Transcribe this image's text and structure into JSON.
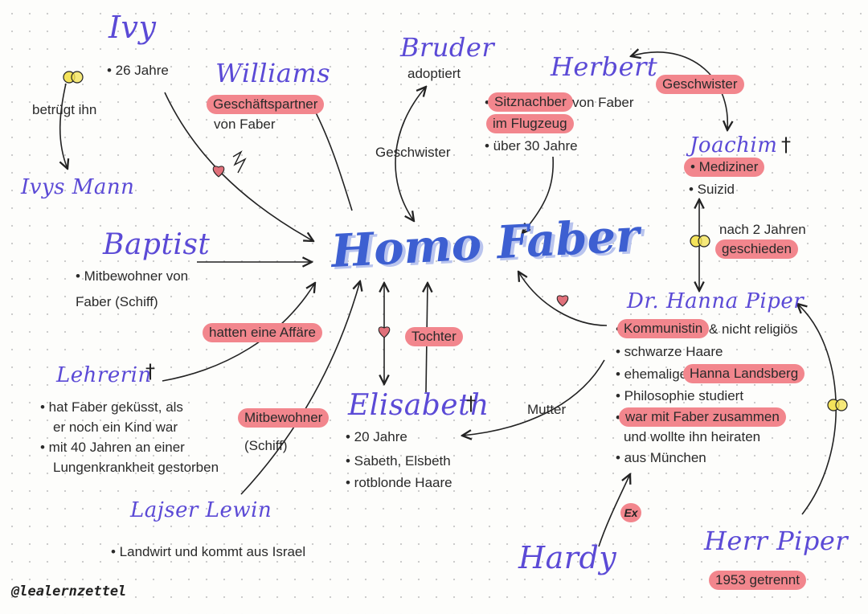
{
  "center": {
    "title": "Homo Faber"
  },
  "people": {
    "ivy": {
      "name": "Ivy",
      "facts": [
        "• 26 Jahre"
      ]
    },
    "ivys_mann": {
      "name": "Ivys Mann"
    },
    "williams": {
      "name": "Williams",
      "role": "Geschäftspartner",
      "role_rest": "von Faber"
    },
    "bruder": {
      "name": "Bruder",
      "note": "adoptiert"
    },
    "herbert": {
      "name": "Herbert",
      "fact_hl_1": "Sitznachber",
      "fact_rest_1": "von Faber",
      "fact_hl_2": "im Flugzeug",
      "fact_2": "• über 30 Jahre"
    },
    "joachim": {
      "name": "Joachim",
      "cross": "†",
      "fact_hl": "• Mediziner",
      "fact": "• Suizid"
    },
    "baptist": {
      "name": "Baptist",
      "facts": [
        "• Mitbewohner von",
        "Faber (Schiff)"
      ]
    },
    "hanna": {
      "name": "Dr. Hanna Piper",
      "f1_hl": "Kommunistin",
      "f1_rest": "& nicht religiös",
      "f2": "• schwarze Haare",
      "f3_pre": "• ehemalige",
      "f3_hl": "Hanna Landsberg",
      "f4": "• Philosophie studiert",
      "f5_hl": "war mit Faber zusammen",
      "f5_rest": "und wollte ihn heiraten",
      "f6": "• aus München"
    },
    "lehrerin": {
      "name": "Lehrerin",
      "cross": "†",
      "facts": [
        "• hat Faber geküsst, als",
        "er noch ein Kind war",
        "• mit 40 Jahren an einer",
        "Lungenkrankheit gestorben"
      ]
    },
    "elisabeth": {
      "name": "Elisabeth",
      "cross": "†",
      "facts": [
        "• 20 Jahre",
        "• Sabeth, Elsbeth",
        "• rotblonde Haare"
      ]
    },
    "lajser": {
      "name": "Lajser Lewin",
      "facts": [
        "• Landwirt und kommt aus Israel"
      ]
    },
    "hardy": {
      "name": "Hardy",
      "badge": "Ex"
    },
    "herr_piper": {
      "name": "Herr Piper",
      "note": "1953 getrennt"
    }
  },
  "relations": {
    "betruegt": "betrügt ihn",
    "geschwister_bruder": "Geschwister",
    "geschwister_herbert": "Geschwister",
    "geschieden_1": "nach 2 Jahren",
    "geschieden_2": "geschieden",
    "affaere": "hatten eine Affäre",
    "tochter": "Tochter",
    "mutter": "Mutter",
    "mitbewohner": "Mitbewohner",
    "schiff": "(Schiff)"
  },
  "footer": {
    "handle": "@lealernzettel"
  },
  "colors": {
    "name": "#5b4ad6",
    "title": "#3d5fd1",
    "highlight": "#f2868d",
    "ring": "#f4e35a",
    "heart": "#e0707a"
  }
}
